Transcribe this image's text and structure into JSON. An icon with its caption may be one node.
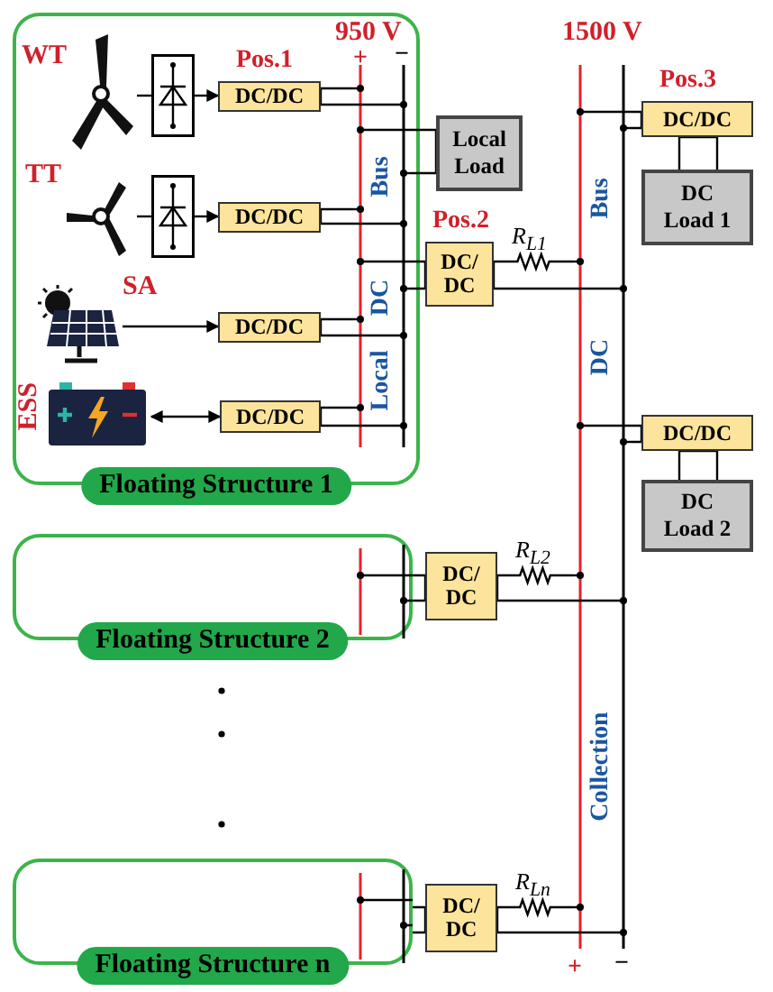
{
  "diagram": {
    "nodes": [
      {
        "text": [
          "Floating Structure 1"
        ]
      },
      {
        "text": [],
        "shape": "picture",
        "in": 0,
        "beside": [
          "WT"
        ]
      },
      {
        "text": [],
        "shape": "box",
        "in": 0
      },
      {
        "text": [
          "DC/DC"
        ],
        "in": 0,
        "beside": [
          "Pos.1"
        ]
      },
      {
        "text": [],
        "shape": "picture",
        "in": 0,
        "beside": [
          "TT"
        ]
      },
      {
        "text": [],
        "shape": "box",
        "in": 0
      },
      {
        "text": [
          "DC/DC"
        ],
        "in": 0
      },
      {
        "text": [],
        "shape": "picture",
        "in": 0,
        "beside": [
          "SA"
        ]
      },
      {
        "text": [
          "DC/DC"
        ],
        "in": 0
      },
      {
        "text": [],
        "shape": "picture",
        "in": 0,
        "beside": [
          "ESS"
        ]
      },
      {
        "text": [
          "DC/DC"
        ],
        "in": 0
      },
      {
        "text": [
          "Local",
          "DC",
          "Bus"
        ],
        "in": 0,
        "beside": [
          "950 V",
          "+",
          "−"
        ]
      },
      {
        "text": [
          "Local Load"
        ]
      },
      {
        "text": [
          "DC/ DC"
        ],
        "beside": [
          "Pos.2"
        ]
      },
      {
        "text": [
          "Collection",
          "DC",
          "Bus"
        ],
        "beside": [
          "1500 V",
          "+",
          "−"
        ]
      },
      {
        "text": [
          "DC/DC"
        ],
        "beside": [
          "Pos.3"
        ]
      },
      {
        "text": [
          "DC Load 1"
        ]
      },
      {
        "text": [
          "DC/DC"
        ]
      },
      {
        "text": [
          "DC Load 2"
        ]
      },
      {
        "text": [
          "Floating Structure 2"
        ]
      },
      {
        "text": [
          "DC/ DC"
        ]
      },
      {
        "text": [
          "Floating Structure n"
        ]
      },
      {
        "text": [
          "DC/ DC"
        ]
      }
    ],
    "edges": [
      {
        "from": 1,
        "to": 2,
        "arrow": "none"
      },
      {
        "from": 2,
        "to": 3,
        "arrow": "to"
      },
      {
        "from": 4,
        "to": 5,
        "arrow": "none"
      },
      {
        "from": 5,
        "to": 6,
        "arrow": "to"
      },
      {
        "from": 7,
        "to": 8,
        "arrow": "to"
      },
      {
        "from": 9,
        "to": 10,
        "arrow": "both"
      },
      {
        "from": 3,
        "to": 11,
        "arrow": "none"
      },
      {
        "from": 6,
        "to": 11,
        "arrow": "none"
      },
      {
        "from": 8,
        "to": 11,
        "arrow": "none"
      },
      {
        "from": 10,
        "to": 11,
        "arrow": "none"
      },
      {
        "from": 11,
        "to": 12,
        "arrow": "none"
      },
      {
        "from": 11,
        "to": 13,
        "arrow": "none"
      },
      {
        "from": 13,
        "to": 14,
        "arrow": "none",
        "label": "R$_{L1}$"
      },
      {
        "from": 14,
        "to": 15,
        "arrow": "none"
      },
      {
        "from": 15,
        "to": 16,
        "arrow": "none"
      },
      {
        "from": 14,
        "to": 17,
        "arrow": "none"
      },
      {
        "from": 17,
        "to": 18,
        "arrow": "none"
      },
      {
        "from": 19,
        "to": 20,
        "arrow": "none"
      },
      {
        "from": 20,
        "to": 14,
        "arrow": "none",
        "label": "R$_{L2}$"
      },
      {
        "from": 21,
        "to": 22,
        "arrow": "none"
      },
      {
        "from": 22,
        "to": 14,
        "arrow": "none",
        "label": "R$_{Ln}$"
      }
    ]
  }
}
